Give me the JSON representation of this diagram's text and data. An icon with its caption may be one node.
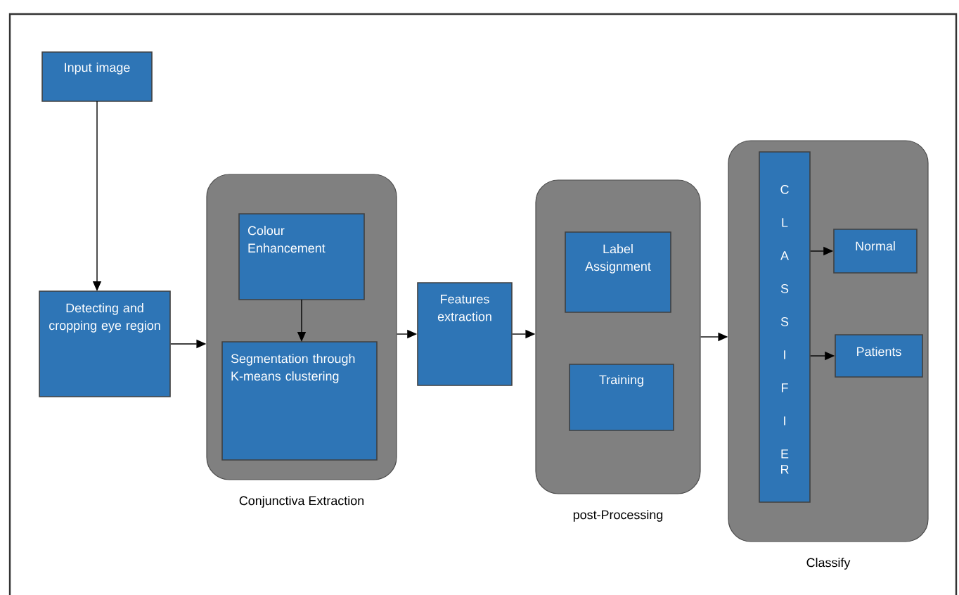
{
  "diagram": {
    "nodes": [
      {
        "text": [
          "Input image"
        ]
      },
      {
        "text": [
          "Detecting and cropping eye region"
        ]
      },
      {
        "text": [
          "Conjunctiva Extraction"
        ]
      },
      {
        "text": [
          "Colour Enhancement"
        ],
        "in": 2
      },
      {
        "text": [
          "Segmentation through K-means clustering"
        ],
        "in": 2
      },
      {
        "text": [
          "Features extraction"
        ]
      },
      {
        "text": [
          "post-Processing"
        ]
      },
      {
        "text": [
          "Label Assignment"
        ],
        "in": 6
      },
      {
        "text": [
          "Training"
        ],
        "in": 6
      },
      {
        "text": [
          "Classify"
        ]
      },
      {
        "text": [
          "CLASSIFIER"
        ],
        "in": 9
      },
      {
        "text": [
          "Normal"
        ],
        "in": 9
      },
      {
        "text": [
          "Patients"
        ],
        "in": 9
      }
    ],
    "edges": [
      {
        "from": 0,
        "to": 1,
        "arrow": "to"
      },
      {
        "from": 1,
        "to": 2,
        "arrow": "to"
      },
      {
        "from": 3,
        "to": 4,
        "arrow": "to"
      },
      {
        "from": 2,
        "to": 5,
        "arrow": "to"
      },
      {
        "from": 5,
        "to": 6,
        "arrow": "to"
      },
      {
        "from": 6,
        "to": 9,
        "arrow": "to"
      },
      {
        "from": 10,
        "to": 11,
        "arrow": "to"
      },
      {
        "from": 10,
        "to": 12,
        "arrow": "to"
      }
    ]
  }
}
